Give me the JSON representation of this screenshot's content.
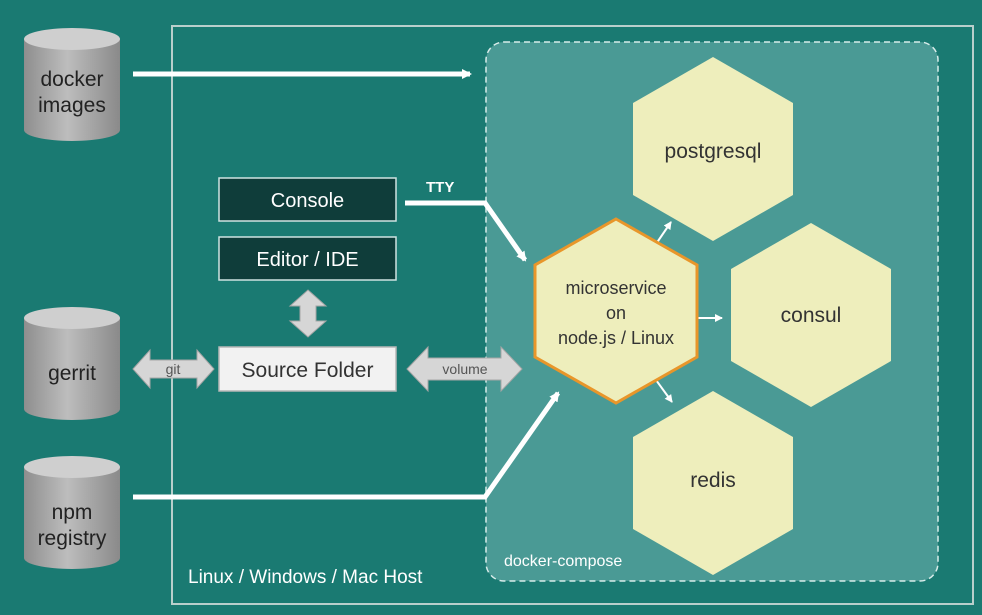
{
  "host": {
    "label": "Linux / Windows / Mac Host"
  },
  "compose": {
    "label": "docker-compose"
  },
  "sources": {
    "docker_images": [
      "docker",
      "images"
    ],
    "gerrit": [
      "gerrit"
    ],
    "npm_registry": [
      "npm",
      "registry"
    ]
  },
  "boxes": {
    "console": "Console",
    "editor": "Editor / IDE",
    "source_folder": "Source Folder"
  },
  "connectors": {
    "tty": "TTY",
    "git": "git",
    "volume": "volume"
  },
  "services": {
    "microservice": [
      "microservice",
      "on",
      "node.js / Linux"
    ],
    "postgresql": "postgresql",
    "consul": "consul",
    "redis": "redis"
  },
  "colors": {
    "background": "#1a7a72",
    "compose_fill": "#4a9a95",
    "hexagon_fill": "#eeeebc",
    "hexagon_highlight": "#e8962a",
    "dark_box": "#0f3d3a",
    "cylinder": "#a8a8a8",
    "arrow": "#ffffff"
  }
}
